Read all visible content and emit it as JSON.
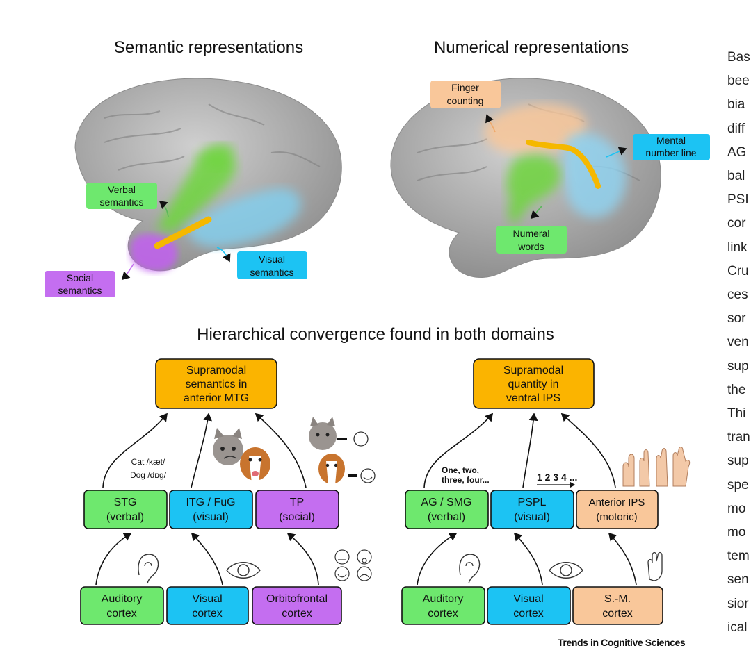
{
  "top": {
    "left_title": "Semantic representations",
    "right_title": "Numerical representations"
  },
  "semantic_brain": {
    "verbal": [
      "Verbal",
      "semantics"
    ],
    "visual": [
      "Visual",
      "semantics"
    ],
    "social": [
      "Social",
      "semantics"
    ]
  },
  "numerical_brain": {
    "finger": [
      "Finger",
      "counting"
    ],
    "mental": [
      "Mental",
      "number line"
    ],
    "numeral": [
      "Numeral",
      "words"
    ]
  },
  "hierarchy": {
    "title": "Hierarchical convergence found in both domains",
    "semantic": {
      "top": [
        "Supramodal",
        "semantics in",
        "anterior MTG"
      ],
      "middle": [
        {
          "name": "STG",
          "sub": "(verbal)"
        },
        {
          "name": "ITG / FuG",
          "sub": "(visual)"
        },
        {
          "name": "TP",
          "sub": "(social)"
        }
      ],
      "bottom": [
        [
          "Auditory",
          "cortex"
        ],
        [
          "Visual",
          "cortex"
        ],
        [
          "Orbitofrontal",
          "cortex"
        ]
      ],
      "phonetic": [
        "Cat /kæt/",
        "Dog /dɒg/"
      ]
    },
    "numerical": {
      "top": [
        "Supramodal",
        "quantity in",
        "ventral IPS"
      ],
      "middle": [
        {
          "name": "AG / SMG",
          "sub": "(verbal)"
        },
        {
          "name": "PSPL",
          "sub": "(visual)"
        },
        {
          "name": "Anterior IPS",
          "sub": "(motoric)"
        }
      ],
      "bottom": [
        [
          "Auditory",
          "cortex"
        ],
        [
          "Visual",
          "cortex"
        ],
        [
          "S.-M.",
          "cortex"
        ]
      ],
      "words": [
        "One, two,",
        "three, four..."
      ],
      "digits": "1 2 3 4 ..."
    }
  },
  "side_text": [
    "Bas",
    "bee",
    "bia",
    "diff",
    "AG",
    "bal",
    "PSI",
    "cor",
    "link",
    "Cru",
    "ces",
    "sor",
    "ven",
    "sup",
    "the",
    "Thi",
    "tran",
    "sup",
    "spe",
    "mo",
    "mo",
    "tem",
    "sen",
    "sior",
    "ical"
  ],
  "credit": "Trends in Cognitive Sciences",
  "colors": {
    "green": "#6ee86e",
    "blue": "#1cc3f3",
    "purple": "#c46ef0",
    "orange": "#fbb400",
    "peach": "#f9c79a",
    "brain": "#a7a7a7",
    "yellow_line": "#f5b800"
  }
}
